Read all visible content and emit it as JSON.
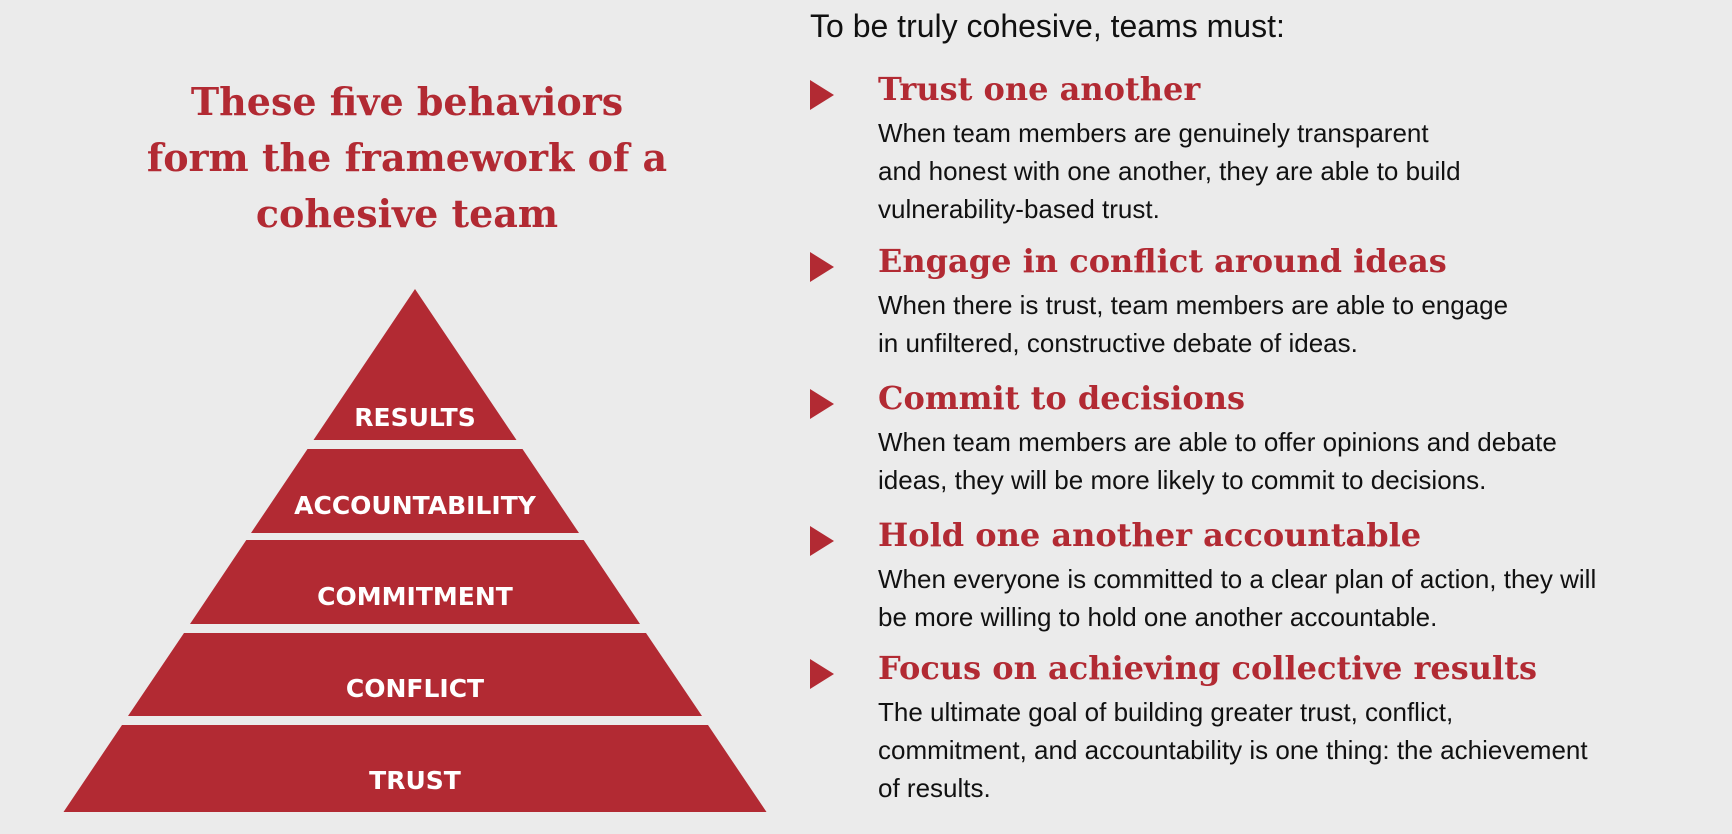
{
  "left": {
    "title_lines": [
      "These five behaviors",
      "form the framework of a",
      "cohesive team"
    ],
    "pyramid": [
      "RESULTS",
      "ACCOUNTABILITY",
      "COMMITMENT",
      "CONFLICT",
      "TRUST"
    ]
  },
  "right": {
    "intro": "To be truly cohesive, teams must:",
    "items": [
      {
        "heading": "Trust one another",
        "lines": [
          "When team members are genuinely transparent",
          "and honest with one another, they are able to build",
          "vulnerability-based trust."
        ]
      },
      {
        "heading": "Engage in conflict around ideas",
        "lines": [
          "When there is trust, team members are able to engage",
          "in unfiltered, constructive debate of ideas."
        ]
      },
      {
        "heading": "Commit to decisions",
        "lines": [
          "When team members are able to offer opinions and debate",
          "ideas, they will be more likely to commit to decisions."
        ]
      },
      {
        "heading": "Hold one another accountable",
        "lines": [
          "When everyone is committed to a clear plan of action, they will",
          "be more willing to hold one another accountable."
        ]
      },
      {
        "heading": "Focus on achieving collective results",
        "lines": [
          "The ultimate goal of building greater trust, conflict,",
          "commitment, and accountability is one thing: the achievement",
          "of results."
        ]
      }
    ]
  },
  "colors": {
    "accent": "#b22a33",
    "background": "#ebebeb"
  }
}
